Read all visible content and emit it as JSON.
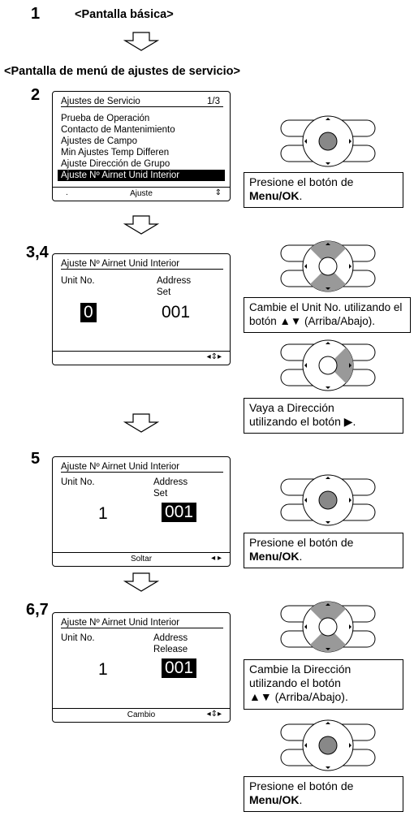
{
  "step1": {
    "num": "1",
    "label": "<Pantalla básica>"
  },
  "menu_header": "<Pantalla de menú de ajustes de servicio>",
  "step2": {
    "num": "2",
    "title": "Ajustes de Servicio",
    "page": "1/3",
    "items": [
      "Prueba de Operación",
      "Contacto de Mantenimiento",
      "Ajustes de Campo",
      "Min Ajustes Temp Differen",
      "Ajuste Dirección de Grupo",
      "Ajuste Nº Airnet Unid Interior"
    ],
    "footer_dot": ".",
    "footer": "Ajuste",
    "footer_arrow": "⇕",
    "note": {
      "text": "Presione el botón de",
      "bold": "Menu/OK",
      "suffix": "."
    }
  },
  "step34": {
    "num": "3,4",
    "title": "Ajuste Nº Airnet Unid Interior",
    "unit_label": "Unit No.",
    "address_label": "Address",
    "mode": "Set",
    "unit_value": "0",
    "address_value": "001",
    "footer_arrow": "◂⇕▸",
    "note1": "Cambie el Unit No. utilizando el botón ▲▼ (Arriba/Abajo).",
    "note2_line1": "Vaya a Dirección",
    "note2_line2": "utilizando el botón ▶."
  },
  "step5": {
    "num": "5",
    "title": "Ajuste Nº Airnet Unid Interior",
    "unit_label": "Unit No.",
    "address_label": "Address",
    "mode": "Set",
    "unit_value": "1",
    "address_value": "001",
    "footer": "Soltar",
    "footer_arrow": "◂ ▸",
    "note": {
      "text": "Presione el botón de",
      "bold": "Menu/OK",
      "suffix": "."
    }
  },
  "step67": {
    "num": "6,7",
    "title": "Ajuste Nº Airnet Unid Interior",
    "unit_label": "Unit No.",
    "address_label": "Address",
    "mode": "Release",
    "unit_value": "1",
    "address_value": "001",
    "footer": "Cambio",
    "footer_arrow": "◂⇕▸",
    "note1_line1": "Cambie la Dirección",
    "note1_line2": "utilizando el botón",
    "note1_line3": "▲▼ (Arriba/Abajo).",
    "note2": {
      "text": "Presione el botón de",
      "bold": "Menu/OK",
      "suffix": "."
    }
  }
}
